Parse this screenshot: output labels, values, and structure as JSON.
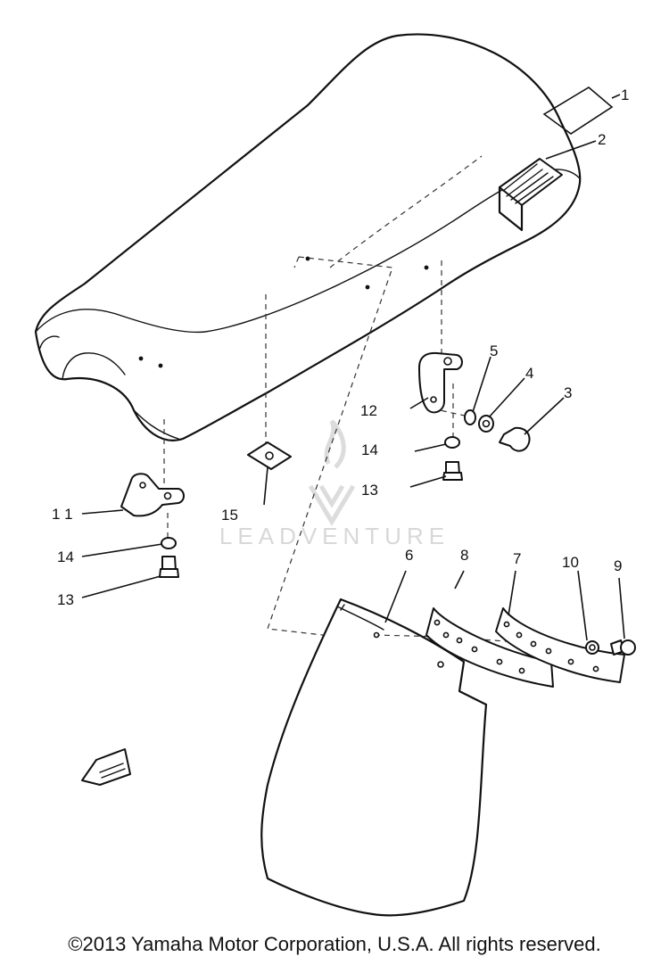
{
  "callouts": {
    "c1": "1",
    "c2": "2",
    "c3": "3",
    "c4": "4",
    "c5": "5",
    "c6": "6",
    "c7": "7",
    "c8": "8",
    "c9": "9",
    "c10": "10",
    "c11": "1 1",
    "c12": "12",
    "c13a": "13",
    "c13b": "13",
    "c14a": "14",
    "c14b": "14",
    "c15": "15"
  },
  "watermark": {
    "text": "LEADVENTURE"
  },
  "footer": {
    "copyright": "©2013 Yamaha Motor Corporation, U.S.A. All rights reserved."
  }
}
